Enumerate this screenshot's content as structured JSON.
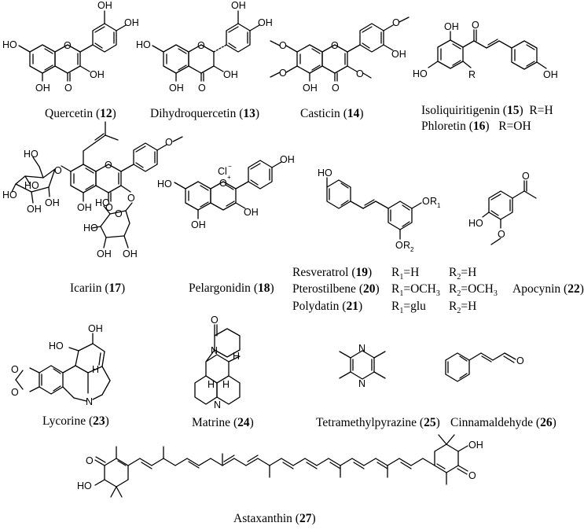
{
  "compounds": {
    "quercetin": {
      "name": "Quercetin",
      "number": "12"
    },
    "dihydroquercetin": {
      "name": "Dihydroquercetin",
      "number": "13"
    },
    "casticin": {
      "name": "Casticin",
      "number": "14"
    },
    "isoliquiritigenin": {
      "name": "Isoliquiritigenin",
      "number": "15",
      "r": "R=H"
    },
    "phloretin": {
      "name": "Phloretin",
      "number": "16",
      "r": "R=OH"
    },
    "icariin": {
      "name": "Icariin",
      "number": "17"
    },
    "pelargonidin": {
      "name": "Pelargonidin",
      "number": "18"
    },
    "resveratrol": {
      "name": "Resveratrol",
      "number": "19",
      "r1": "=H",
      "r2": "=H"
    },
    "pterostilbene": {
      "name": "Pterostilbene",
      "number": "20",
      "r1": "=OCH",
      "r1_sub": "3",
      "r2": "=OCH",
      "r2_sub": "3"
    },
    "polydatin": {
      "name": "Polydatin",
      "number": "21",
      "r1": "=glu",
      "r2": "=H"
    },
    "apocynin": {
      "name": "Apocynin",
      "number": "22"
    },
    "lycorine": {
      "name": "Lycorine",
      "number": "23"
    },
    "matrine": {
      "name": "Matrine",
      "number": "24"
    },
    "tetramethylpyrazine": {
      "name": "Tetramethylpyrazine",
      "number": "25"
    },
    "cinnamaldehyde": {
      "name": "Cinnamaldehyde",
      "number": "26"
    },
    "astaxanthin": {
      "name": "Astaxanthin",
      "number": "27"
    }
  },
  "r_labels": {
    "r": "R",
    "r1": "R",
    "r1_sub": "1",
    "r2": "R",
    "r2_sub": "2"
  },
  "atoms": {
    "oh": "OH",
    "ho": "HO",
    "o": "O",
    "n": "N",
    "h": "H",
    "cl": "Cl",
    "minus": "−",
    "plus": "+"
  }
}
